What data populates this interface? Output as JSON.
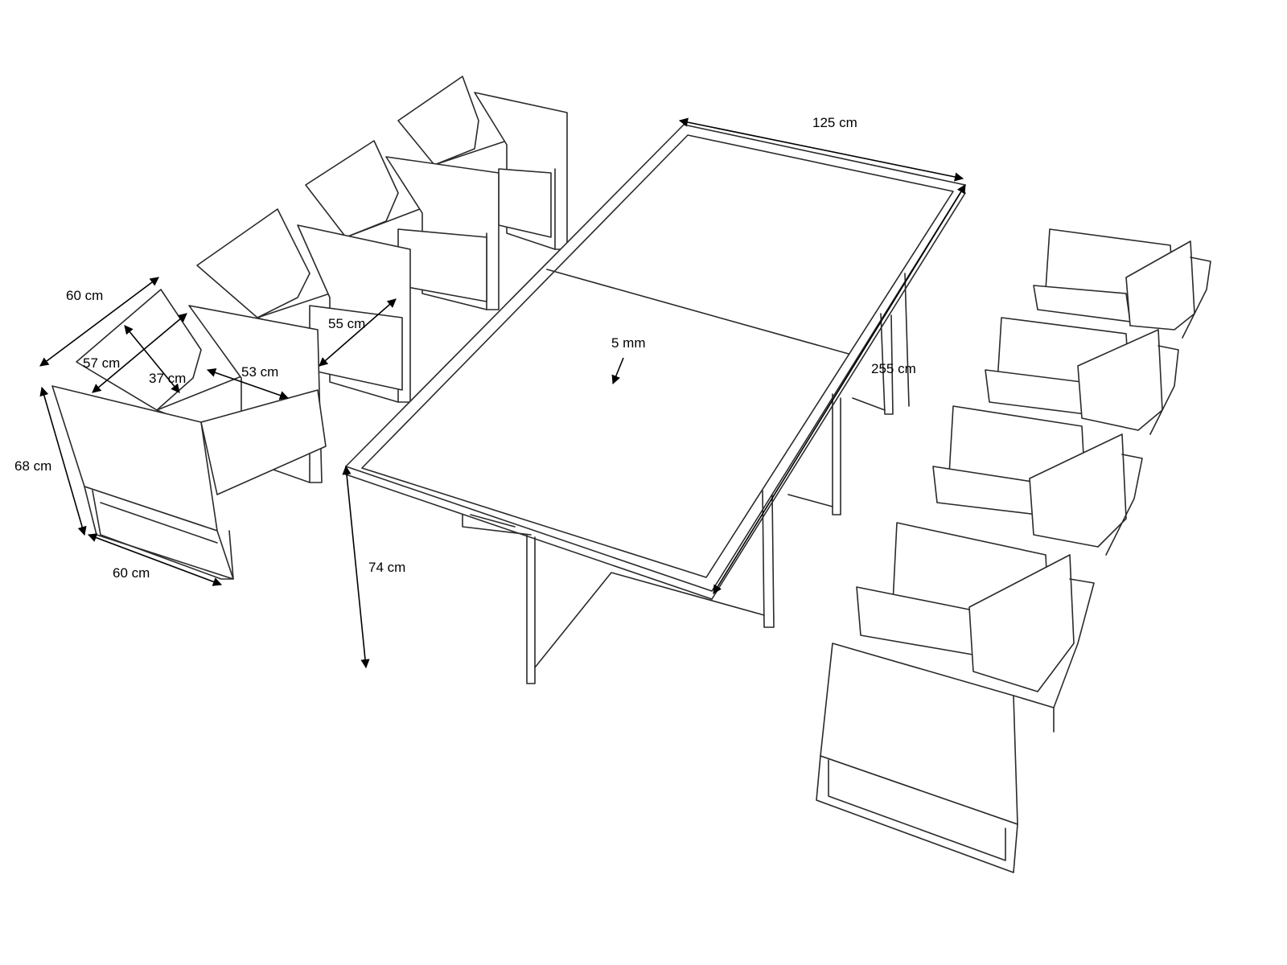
{
  "dimensions": {
    "table_width": "125 cm",
    "glass_thickness": "5 mm",
    "set_length": "255 cm",
    "table_height": "74 cm",
    "chair_depth": "60 cm",
    "chair_width": "60 cm",
    "chair_height": "68 cm",
    "seat_depth": "57 cm",
    "seat_height": "37 cm",
    "seat_width": "53 cm",
    "armrest_length": "55 cm"
  }
}
